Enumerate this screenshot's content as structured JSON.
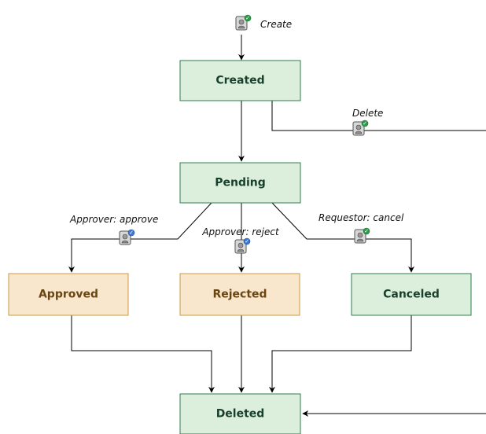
{
  "states": {
    "created": "Created",
    "pending": "Pending",
    "approved": "Approved",
    "rejected": "Rejected",
    "canceled": "Canceled",
    "deleted": "Deleted"
  },
  "transitions": {
    "create": "Create",
    "delete": "Delete",
    "approve": "Approver: approve",
    "reject": "Approver: reject",
    "cancel": "Requestor: cancel"
  },
  "colors": {
    "green_fill": "#dcefdc",
    "green_border": "#2e7d4f",
    "tan_fill": "#f8e7cd",
    "tan_border": "#c79b45",
    "badge_green": "#2d9b4a",
    "badge_blue": "#3d79d4"
  },
  "icons": {
    "create": "user-action-icon",
    "delete": "user-action-icon",
    "approve": "user-approve-icon",
    "reject": "user-reject-icon",
    "cancel": "user-action-icon"
  }
}
